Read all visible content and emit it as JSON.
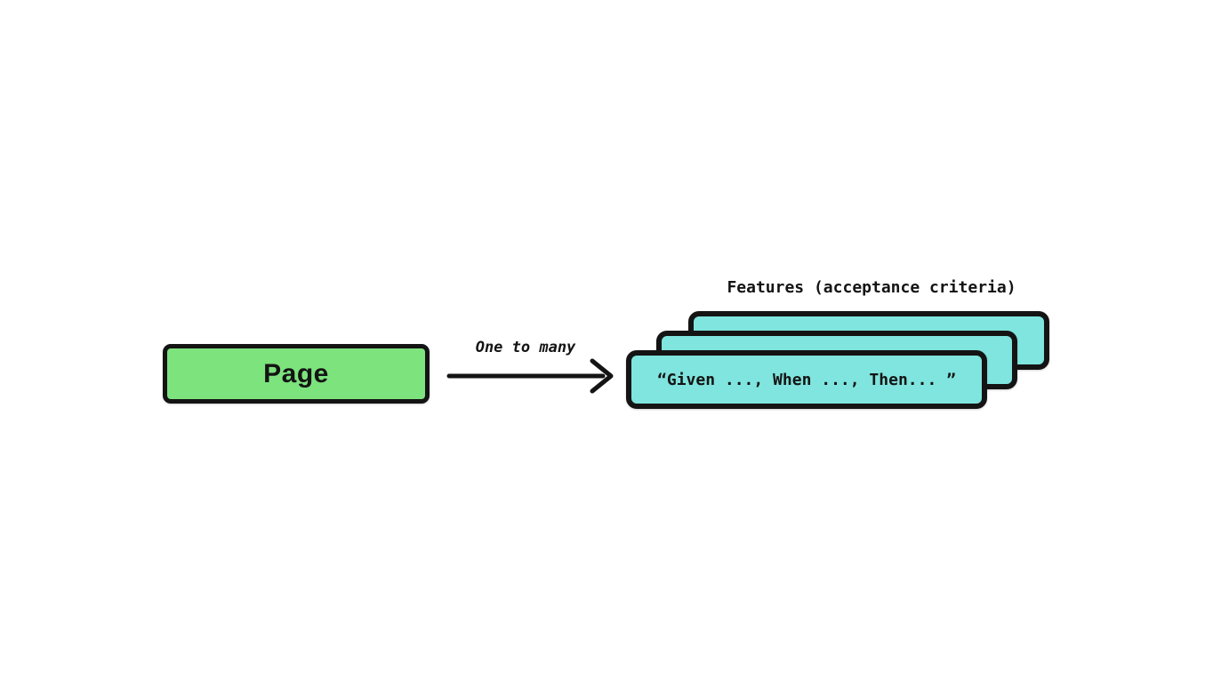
{
  "colors": {
    "ink": "#141414",
    "page-fill": "#7de37d",
    "feature-fill": "#7fe5de",
    "bg": "#ffffff"
  },
  "diagram": {
    "page_box": {
      "label": "Page"
    },
    "arrow": {
      "label": "One to many",
      "direction": "right"
    },
    "features": {
      "title": "Features (acceptance criteria)",
      "card_count": 3,
      "front_card_text": "“Given ..., When ..., Then... ”"
    }
  }
}
